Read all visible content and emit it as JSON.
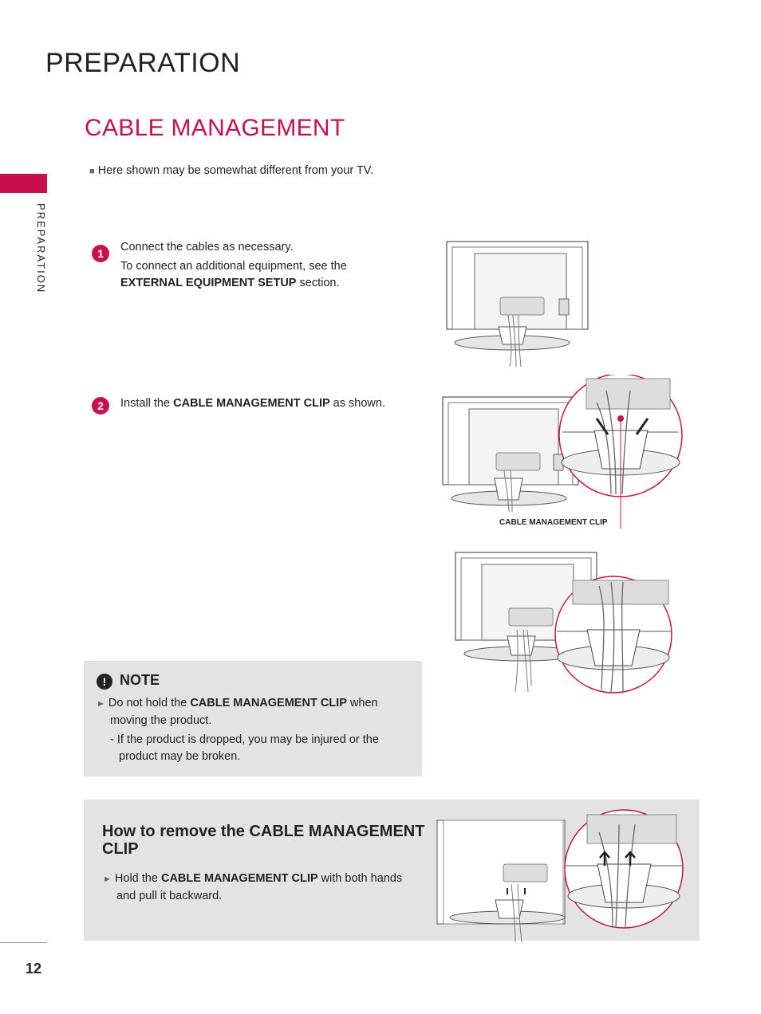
{
  "header": {
    "page_title": "PREPARATION",
    "section_title": "CABLE MANAGEMENT",
    "side_label": "PREPARATION"
  },
  "intro": {
    "bullet": "■",
    "text": "Here shown may be somewhat different from your TV."
  },
  "step1": {
    "number": "1",
    "line1": "Connect the cables as necessary.",
    "line2": "To connect an additional equipment, see the",
    "bold": "EXTERNAL EQUIPMENT SETUP",
    "suffix": " section."
  },
  "step2": {
    "number": "2",
    "prefix": "Install the ",
    "bold": "CABLE MANAGEMENT CLIP",
    "suffix": " as shown."
  },
  "caption": "CABLE MANAGEMENT CLIP",
  "note": {
    "icon": "!",
    "title": "NOTE",
    "arrow": "►",
    "prefix": " Do not hold the ",
    "bold": "CABLE MANAGEMENT CLIP",
    "suffix": " when",
    "line2": "moving the product.",
    "sub1": "- If the product is dropped, you may be injured or the",
    "sub2": "product may be broken."
  },
  "remove": {
    "title": "How to remove the CABLE MANAGEMENT CLIP",
    "arrow": "►",
    "prefix": " Hold the ",
    "bold": "CABLE MANAGEMENT CLIP",
    "suffix": " with both hands",
    "line2": "and pull it backward."
  },
  "footer": {
    "page_number": "12"
  },
  "colors": {
    "accent": "#c8104f",
    "panel": "#e3e3e3"
  }
}
